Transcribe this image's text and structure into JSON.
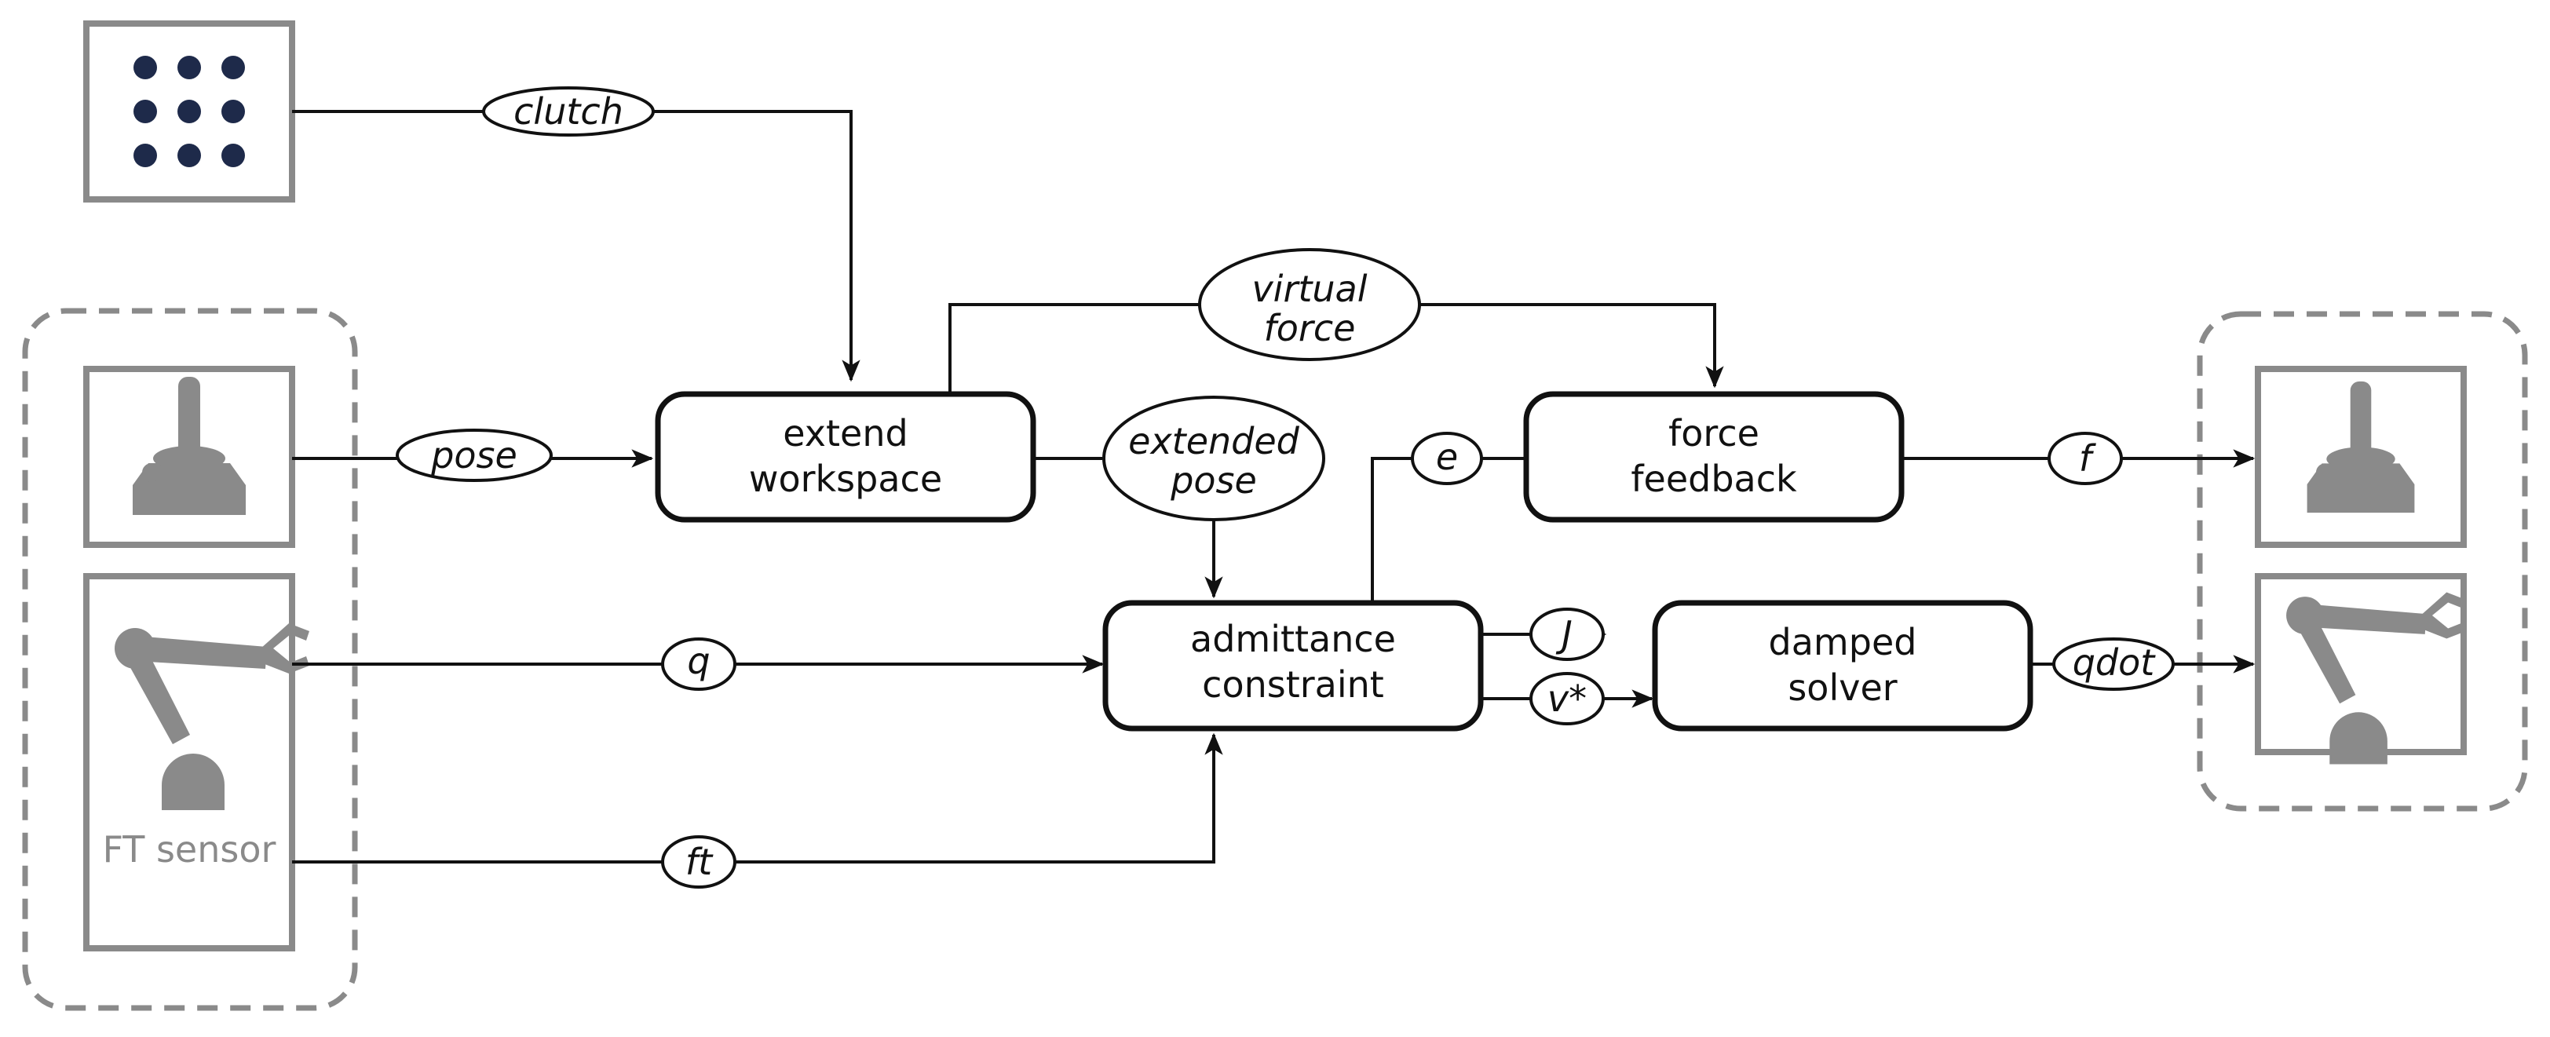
{
  "blocks": {
    "extend_workspace": [
      "extend",
      "workspace"
    ],
    "force_feedback": [
      "force",
      "feedback"
    ],
    "admittance_constraint": [
      "admittance",
      "constraint"
    ],
    "damped_solver": [
      "damped",
      "solver"
    ]
  },
  "signals": {
    "clutch": "clutch",
    "virtual_force": [
      "virtual",
      "force"
    ],
    "pose": "pose",
    "extended_pose": [
      "extended",
      "pose"
    ],
    "e": "e",
    "f": "f",
    "q": "q",
    "j": "J",
    "v_star": "v*",
    "qdot": "qdot",
    "ft": "ft"
  },
  "devices": {
    "ft_sensor_label": "FT sensor"
  },
  "icons": {
    "keypad": "keypad-icon",
    "joystick": "joystick-icon",
    "robot_arm": "robot-arm-icon"
  },
  "colors": {
    "device_gray": "#8a8a8a",
    "keypad_dot": "#1e2a4a"
  }
}
